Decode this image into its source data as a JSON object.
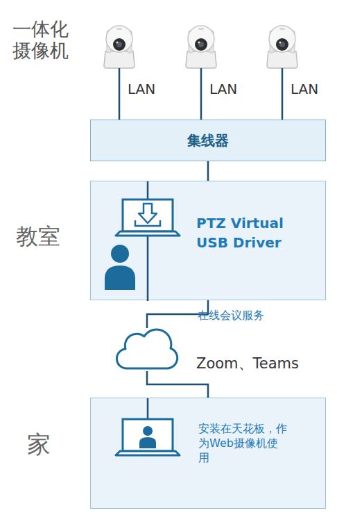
{
  "diagram": {
    "nodes": [
      {
        "text": [
          "集线器"
        ]
      },
      {
        "text": [
          "教室",
          "PTZ Virtual USB Driver"
        ]
      },
      {
        "text": [
          "在线会议服务",
          "Zoom、Teams"
        ]
      },
      {
        "text": [
          "家",
          "安装在天花板，作为Web摄像机使用"
        ]
      }
    ],
    "edges": [
      {
        "from": 0,
        "to": 1,
        "arrow": "none"
      },
      {
        "from": 1,
        "to": 2,
        "arrow": "none"
      },
      {
        "from": 2,
        "to": 3,
        "arrow": "none"
      }
    ],
    "labels": [
      "一体化摄像机",
      "LAN",
      "LAN",
      "LAN"
    ]
  }
}
